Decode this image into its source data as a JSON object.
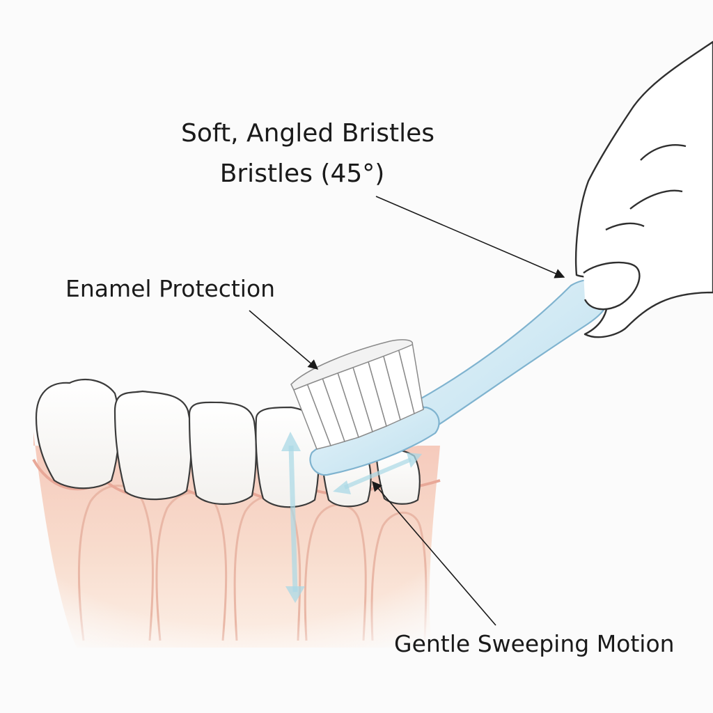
{
  "labels": {
    "bristles_line1": "Soft, Angled Bristles",
    "bristles_line2": "Bristles (45°)",
    "enamel": "Enamel Protection",
    "motion": "Gentle Sweeping Motion"
  },
  "icons": [
    "hand-icon",
    "toothbrush-icon",
    "teeth-icon",
    "gums-icon",
    "motion-arrow-icon"
  ],
  "colors": {
    "background": "#fbfbfb",
    "gum": "#f3c6b8",
    "gum_line": "#e8a898",
    "tooth": "#ffffff",
    "handle": "#d5ecf6",
    "handle_outline": "#7fb3cf",
    "motion_arrow": "#a9d8e6",
    "ink": "#1a1a1a"
  }
}
